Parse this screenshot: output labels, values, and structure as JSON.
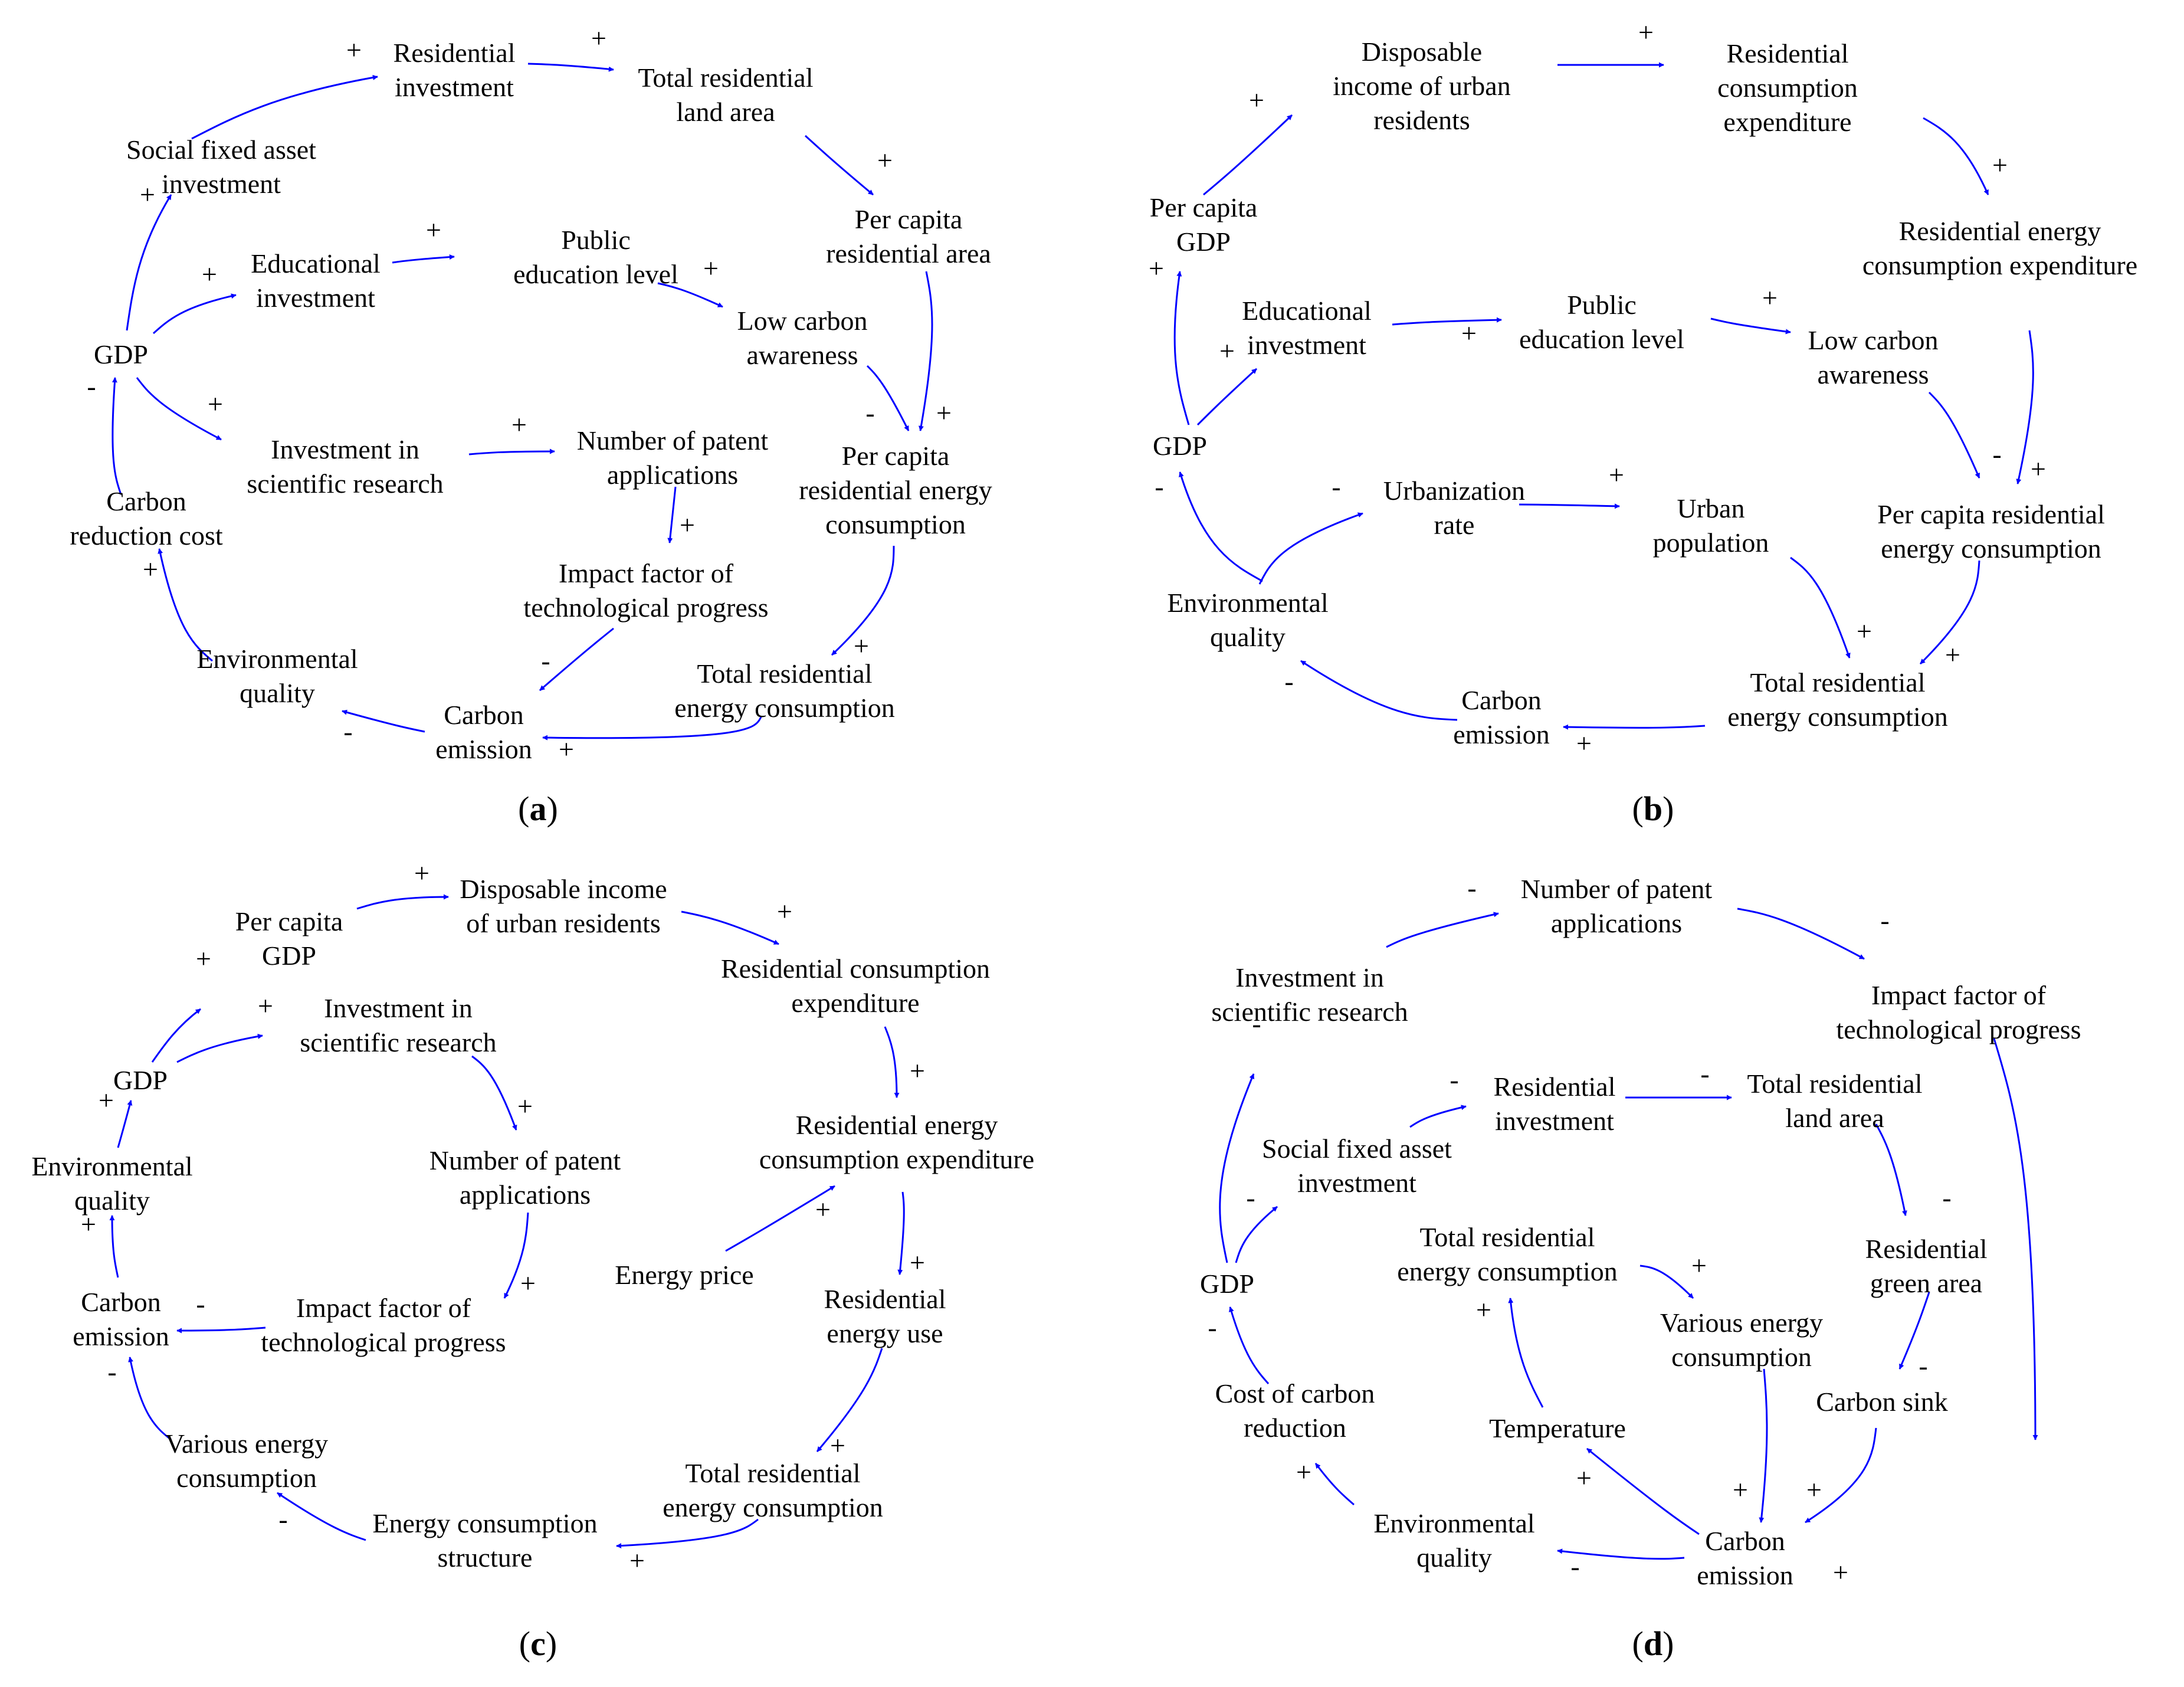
{
  "colors": {
    "arrow": "#0000ff",
    "text": "#000000",
    "background": "#ffffff"
  },
  "panels": [
    {
      "label": "a",
      "nodes": [
        {
          "id": "gdp",
          "lines": [
            "GDP"
          ]
        },
        {
          "id": "sfa",
          "lines": [
            "Social fixed asset",
            "investment"
          ]
        },
        {
          "id": "resinv",
          "lines": [
            "Residential",
            "investment"
          ]
        },
        {
          "id": "trla",
          "lines": [
            "Total residential",
            "land area"
          ]
        },
        {
          "id": "pcra",
          "lines": [
            "Per capita",
            "residential area"
          ]
        },
        {
          "id": "eduinv",
          "lines": [
            "Educational",
            "investment"
          ]
        },
        {
          "id": "pel",
          "lines": [
            "Public",
            "education level"
          ]
        },
        {
          "id": "lca",
          "lines": [
            "Low carbon",
            "awareness"
          ]
        },
        {
          "id": "pcrec",
          "lines": [
            "Per capita",
            "residential energy",
            "consumption"
          ]
        },
        {
          "id": "isr",
          "lines": [
            "Investment in",
            "scientific research"
          ]
        },
        {
          "id": "npa",
          "lines": [
            "Number of patent",
            "applications"
          ]
        },
        {
          "id": "iftp",
          "lines": [
            "Impact factor of",
            "technological progress"
          ]
        },
        {
          "id": "trec",
          "lines": [
            "Total residential",
            "energy consumption"
          ]
        },
        {
          "id": "ce",
          "lines": [
            "Carbon",
            "emission"
          ]
        },
        {
          "id": "eq",
          "lines": [
            "Environmental",
            "quality"
          ]
        },
        {
          "id": "crc",
          "lines": [
            "Carbon",
            "reduction cost"
          ]
        }
      ],
      "edges": [
        {
          "from": "gdp",
          "to": "sfa",
          "sign": "+"
        },
        {
          "from": "sfa",
          "to": "resinv",
          "sign": "+"
        },
        {
          "from": "resinv",
          "to": "trla",
          "sign": "+"
        },
        {
          "from": "trla",
          "to": "pcra",
          "sign": "+"
        },
        {
          "from": "pcra",
          "to": "pcrec",
          "sign": "+"
        },
        {
          "from": "gdp",
          "to": "eduinv",
          "sign": "+"
        },
        {
          "from": "eduinv",
          "to": "pel",
          "sign": "+"
        },
        {
          "from": "pel",
          "to": "lca",
          "sign": "+"
        },
        {
          "from": "lca",
          "to": "pcrec",
          "sign": "-"
        },
        {
          "from": "gdp",
          "to": "isr",
          "sign": "+"
        },
        {
          "from": "isr",
          "to": "npa",
          "sign": "+"
        },
        {
          "from": "npa",
          "to": "iftp",
          "sign": "+"
        },
        {
          "from": "iftp",
          "to": "ce",
          "sign": "-"
        },
        {
          "from": "pcrec",
          "to": "trec",
          "sign": "+"
        },
        {
          "from": "trec",
          "to": "ce",
          "sign": "+"
        },
        {
          "from": "ce",
          "to": "eq",
          "sign": "-"
        },
        {
          "from": "eq",
          "to": "crc",
          "sign": "+"
        },
        {
          "from": "crc",
          "to": "gdp",
          "sign": "-"
        }
      ]
    },
    {
      "label": "b",
      "nodes": [
        {
          "id": "gdp",
          "lines": [
            "GDP"
          ]
        },
        {
          "id": "pcgdp",
          "lines": [
            "Per capita",
            "GDP"
          ]
        },
        {
          "id": "diur",
          "lines": [
            "Disposable",
            "income of urban",
            "residents"
          ]
        },
        {
          "id": "rce",
          "lines": [
            "Residential",
            "consumption",
            "expenditure"
          ]
        },
        {
          "id": "rece",
          "lines": [
            "Residential energy",
            "consumption expenditure"
          ]
        },
        {
          "id": "eduinv",
          "lines": [
            "Educational",
            "investment"
          ]
        },
        {
          "id": "pel",
          "lines": [
            "Public",
            "education level"
          ]
        },
        {
          "id": "lca",
          "lines": [
            "Low carbon",
            "awareness"
          ]
        },
        {
          "id": "pcrec",
          "lines": [
            "Per capita residential",
            "energy consumption"
          ]
        },
        {
          "id": "ur",
          "lines": [
            "Urbanization",
            "rate"
          ]
        },
        {
          "id": "up",
          "lines": [
            "Urban",
            "population"
          ]
        },
        {
          "id": "eq",
          "lines": [
            "Environmental",
            "quality"
          ]
        },
        {
          "id": "trec",
          "lines": [
            "Total residential",
            "energy consumption"
          ]
        },
        {
          "id": "ce",
          "lines": [
            "Carbon",
            "emission"
          ]
        }
      ],
      "edges": [
        {
          "from": "gdp",
          "to": "pcgdp",
          "sign": "+"
        },
        {
          "from": "pcgdp",
          "to": "diur",
          "sign": "+"
        },
        {
          "from": "diur",
          "to": "rce",
          "sign": "+"
        },
        {
          "from": "rce",
          "to": "rece",
          "sign": "+"
        },
        {
          "from": "rece",
          "to": "pcrec",
          "sign": "+"
        },
        {
          "from": "gdp",
          "to": "eduinv",
          "sign": "+"
        },
        {
          "from": "eduinv",
          "to": "pel",
          "sign": "+"
        },
        {
          "from": "pel",
          "to": "lca",
          "sign": "+"
        },
        {
          "from": "lca",
          "to": "pcrec",
          "sign": "-"
        },
        {
          "from": "pcrec",
          "to": "trec",
          "sign": "+"
        },
        {
          "from": "eq",
          "to": "ur",
          "sign": "-"
        },
        {
          "from": "ur",
          "to": "up",
          "sign": "+"
        },
        {
          "from": "up",
          "to": "trec",
          "sign": "+"
        },
        {
          "from": "trec",
          "to": "ce",
          "sign": "+"
        },
        {
          "from": "ce",
          "to": "eq",
          "sign": "-"
        },
        {
          "from": "eq",
          "to": "gdp",
          "sign": "-"
        }
      ]
    },
    {
      "label": "c",
      "nodes": [
        {
          "id": "gdp",
          "lines": [
            "GDP"
          ]
        },
        {
          "id": "pcgdp",
          "lines": [
            "Per capita",
            "GDP"
          ]
        },
        {
          "id": "diur",
          "lines": [
            "Disposable income",
            "of urban residents"
          ]
        },
        {
          "id": "rce",
          "lines": [
            "Residential consumption",
            "expenditure"
          ]
        },
        {
          "id": "rece",
          "lines": [
            "Residential energy",
            "consumption expenditure"
          ]
        },
        {
          "id": "isr",
          "lines": [
            "Investment in",
            "scientific research"
          ]
        },
        {
          "id": "npa",
          "lines": [
            "Number of patent",
            "applications"
          ]
        },
        {
          "id": "iftp",
          "lines": [
            "Impact factor of",
            "technological progress"
          ]
        },
        {
          "id": "ep",
          "lines": [
            "Energy price"
          ]
        },
        {
          "id": "reu",
          "lines": [
            "Residential",
            "energy use"
          ]
        },
        {
          "id": "trec",
          "lines": [
            "Total residential",
            "energy consumption"
          ]
        },
        {
          "id": "ecs",
          "lines": [
            "Energy consumption",
            "structure"
          ]
        },
        {
          "id": "vec",
          "lines": [
            "Various energy",
            "consumption"
          ]
        },
        {
          "id": "ce",
          "lines": [
            "Carbon",
            "emission"
          ]
        },
        {
          "id": "eq",
          "lines": [
            "Environmental",
            "quality"
          ]
        }
      ],
      "edges": [
        {
          "from": "gdp",
          "to": "pcgdp",
          "sign": "+"
        },
        {
          "from": "pcgdp",
          "to": "diur",
          "sign": "+"
        },
        {
          "from": "diur",
          "to": "rce",
          "sign": "+"
        },
        {
          "from": "rce",
          "to": "rece",
          "sign": "+"
        },
        {
          "from": "ep",
          "to": "rece",
          "sign": "+"
        },
        {
          "from": "rece",
          "to": "reu",
          "sign": "+"
        },
        {
          "from": "reu",
          "to": "trec",
          "sign": "+"
        },
        {
          "from": "trec",
          "to": "ecs",
          "sign": "+"
        },
        {
          "from": "ecs",
          "to": "vec",
          "sign": "-"
        },
        {
          "from": "vec",
          "to": "ce",
          "sign": "-"
        },
        {
          "from": "gdp",
          "to": "isr",
          "sign": "+"
        },
        {
          "from": "isr",
          "to": "npa",
          "sign": "+"
        },
        {
          "from": "npa",
          "to": "iftp",
          "sign": "+"
        },
        {
          "from": "iftp",
          "to": "ce",
          "sign": "-"
        },
        {
          "from": "ce",
          "to": "eq",
          "sign": "+"
        },
        {
          "from": "eq",
          "to": "gdp",
          "sign": "+"
        }
      ]
    },
    {
      "label": "d",
      "nodes": [
        {
          "id": "gdp",
          "lines": [
            "GDP"
          ]
        },
        {
          "id": "isr",
          "lines": [
            "Investment in",
            "scientific research"
          ]
        },
        {
          "id": "npa",
          "lines": [
            "Number of patent",
            "applications"
          ]
        },
        {
          "id": "iftp",
          "lines": [
            "Impact factor of",
            "technological progress"
          ]
        },
        {
          "id": "sfa",
          "lines": [
            "Social fixed asset",
            "investment"
          ]
        },
        {
          "id": "resinv",
          "lines": [
            "Residential",
            "investment"
          ]
        },
        {
          "id": "trla",
          "lines": [
            "Total residential",
            "land area"
          ]
        },
        {
          "id": "rga",
          "lines": [
            "Residential",
            "green area"
          ]
        },
        {
          "id": "cs",
          "lines": [
            "Carbon sink"
          ]
        },
        {
          "id": "trec",
          "lines": [
            "Total residential",
            "energy consumption"
          ]
        },
        {
          "id": "vec",
          "lines": [
            "Various energy",
            "consumption"
          ]
        },
        {
          "id": "temp",
          "lines": [
            "Temperature"
          ]
        },
        {
          "id": "ccr",
          "lines": [
            "Cost of carbon",
            "reduction"
          ]
        },
        {
          "id": "eq",
          "lines": [
            "Environmental",
            "quality"
          ]
        },
        {
          "id": "ce",
          "lines": [
            "Carbon",
            "emission"
          ]
        }
      ],
      "edges": [
        {
          "from": "gdp",
          "to": "isr",
          "sign": "-"
        },
        {
          "from": "isr",
          "to": "npa",
          "sign": "-"
        },
        {
          "from": "npa",
          "to": "iftp",
          "sign": "-"
        },
        {
          "from": "iftp",
          "to": "ce",
          "sign": "+"
        },
        {
          "from": "gdp",
          "to": "sfa",
          "sign": "-"
        },
        {
          "from": "sfa",
          "to": "resinv",
          "sign": "-"
        },
        {
          "from": "resinv",
          "to": "trla",
          "sign": "-"
        },
        {
          "from": "trla",
          "to": "rga",
          "sign": "-"
        },
        {
          "from": "rga",
          "to": "cs",
          "sign": "-"
        },
        {
          "from": "cs",
          "to": "ce",
          "sign": "+"
        },
        {
          "from": "trec",
          "to": "vec",
          "sign": "+"
        },
        {
          "from": "vec",
          "to": "ce",
          "sign": "+"
        },
        {
          "from": "ce",
          "to": "temp",
          "sign": "+"
        },
        {
          "from": "temp",
          "to": "trec",
          "sign": "+"
        },
        {
          "from": "ce",
          "to": "eq",
          "sign": "-"
        },
        {
          "from": "eq",
          "to": "ccr",
          "sign": "+"
        },
        {
          "from": "ccr",
          "to": "gdp",
          "sign": "-"
        }
      ]
    }
  ]
}
